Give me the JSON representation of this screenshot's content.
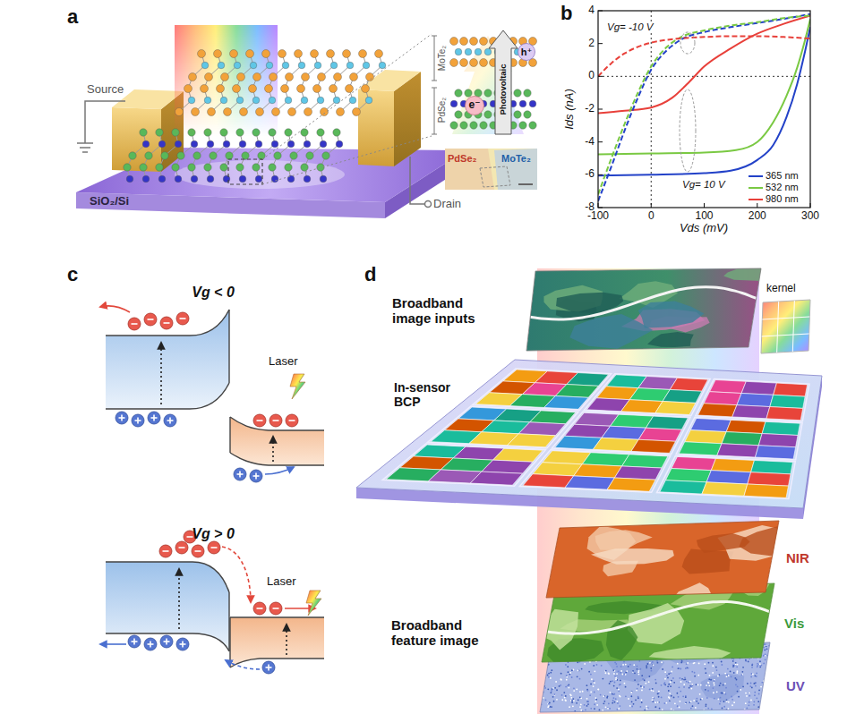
{
  "diagram": {
    "labels": [
      "a",
      "Source",
      "Drain",
      "SiO₂/Si",
      "MoTe₂",
      "PdSe₂",
      "Photovoltaic",
      "h⁺",
      "e⁻",
      "PdSe₂",
      "MoTe₂",
      "b",
      "Ids (nA)",
      "Vds (mV)",
      "4",
      "2",
      "0",
      "-2",
      "-4",
      "-6",
      "-8",
      "-100",
      "0",
      "100",
      "200",
      "300",
      "Vg= -10 V",
      "Vg= 10 V",
      "c",
      "Vg < 0",
      "Laser",
      "Vg > 0",
      "Laser",
      "d",
      "Broadband image inputs",
      "kernel",
      "In-sensor BCP",
      "Broadband feature image",
      "NIR",
      "Vis",
      "UV"
    ],
    "legend": [
      {
        "text": "365 nm"
      },
      {
        "text": "532 nm"
      },
      {
        "text": "980 nm"
      }
    ]
  }
}
